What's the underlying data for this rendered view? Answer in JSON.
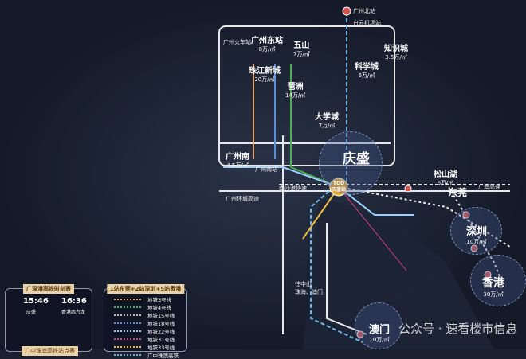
{
  "stations": {
    "gz_north": "广州北站",
    "baiyun_airport": "白云机场站",
    "gz_train": "广州火车站",
    "gz_south_station": "广州南站",
    "qingsheng_tod": "TOD",
    "qingsheng_tod_sub": "庆盛站"
  },
  "areas": [
    {
      "name": "广州东站",
      "price": "8万/㎡"
    },
    {
      "name": "五山",
      "price": "7万/㎡"
    },
    {
      "name": "珠江新城",
      "price": "20万/㎡"
    },
    {
      "name": "琶洲",
      "price": "14万/㎡"
    },
    {
      "name": "知识城",
      "price": "3.5万/㎡"
    },
    {
      "name": "科学城",
      "price": "6万/㎡"
    },
    {
      "name": "大学城",
      "price": "7万/㎡"
    },
    {
      "name": "广州南",
      "price": "4.5万/㎡"
    },
    {
      "name": "松山湖",
      "price": "6万/㎡"
    },
    {
      "name": "深圳",
      "price": "10万/㎡"
    },
    {
      "name": "香港",
      "price": "30万/㎡"
    },
    {
      "name": "澳门",
      "price": "10万/㎡"
    }
  ],
  "project": "庆盛",
  "dongguan": "东莞",
  "roads": {
    "guangzhou_ring": "广州环城高速",
    "south_china": "南沙港快速",
    "guangao": "广澳高速"
  },
  "direction_note": "往中山\n珠海、澳门",
  "timetable": {
    "title": "广深港高铁时刻表",
    "depart_time": "15:46",
    "depart_station": "庆盛",
    "arrive_time": "16:36",
    "arrive_station": "香港西九龙"
  },
  "legend": {
    "title": "1站东莞+2站深圳+5站香港",
    "lines": [
      {
        "name": "地铁3号线",
        "color": "#e9a06a"
      },
      {
        "name": "地铁4号线",
        "color": "#4caf50"
      },
      {
        "name": "地铁15号线",
        "color": "#c0c0c0"
      },
      {
        "name": "地铁18号线",
        "color": "#5b8ed8"
      },
      {
        "name": "地铁22号线",
        "color": "#9ad0ff"
      },
      {
        "name": "地铁31号线",
        "color": "#d04080"
      },
      {
        "name": "地铁33号线",
        "color": "#f0c040"
      },
      {
        "name": "广中珠澳高铁",
        "color": "#6cb4e8"
      }
    ]
  },
  "bottom_panel_title": "广中珠澳高铁站点表",
  "watermark": "公众号 · 速看楼市信息"
}
